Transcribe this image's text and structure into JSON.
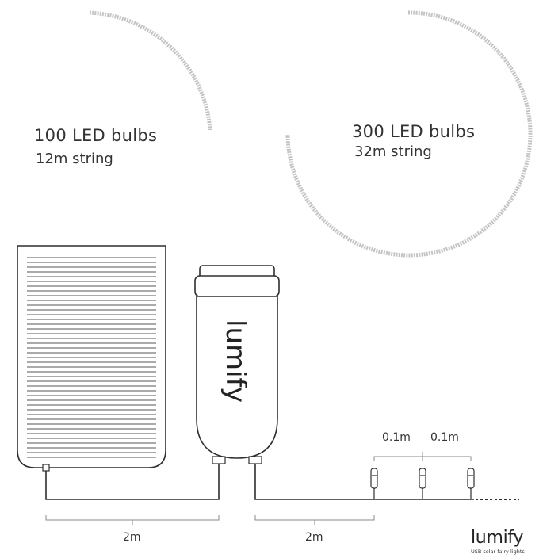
{
  "options": [
    {
      "count_label": "100 LED bulbs",
      "length_label": "12m string"
    },
    {
      "count_label": "300 LED bulbs",
      "length_label": "32m string"
    }
  ],
  "controller_brand": "lumify",
  "dimensions": {
    "panel_cable": "2m",
    "lead_cable": "2m",
    "bulb_spacing_1": "0.1m",
    "bulb_spacing_2": "0.1m"
  },
  "logo": {
    "name": "lumify",
    "tagline": "USB solar fairy lights"
  },
  "colors": {
    "line": "#2f2f2f",
    "rope": "#bdbdbd",
    "text": "#333333"
  }
}
